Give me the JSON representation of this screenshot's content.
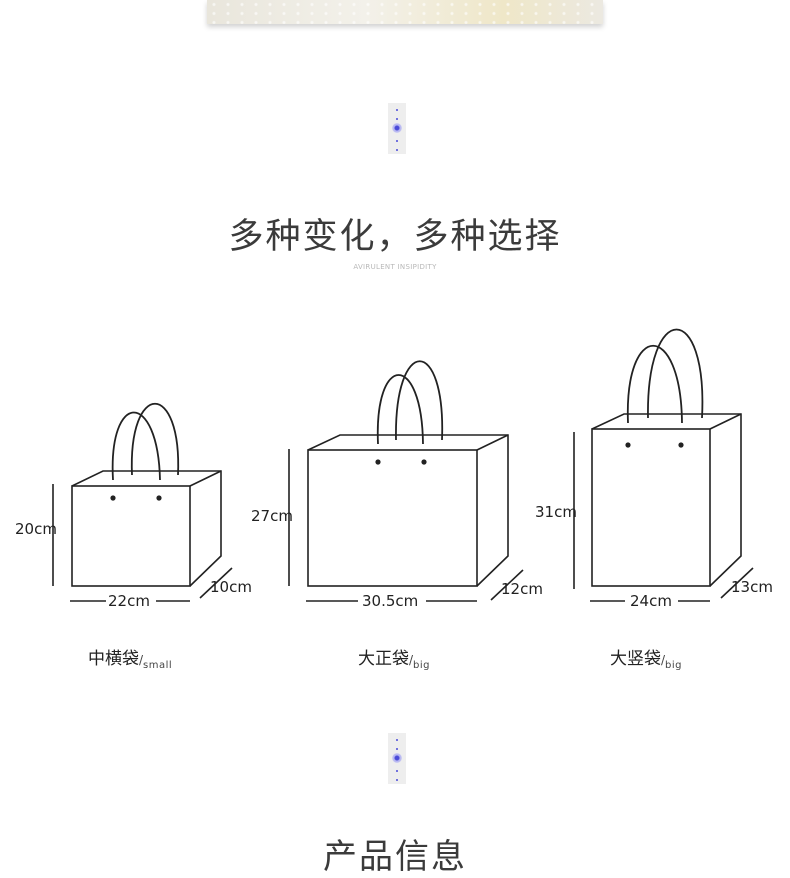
{
  "section1": {
    "title": "多种变化，多种选择",
    "subtitle": "AVIRULENT INSIPIDITY"
  },
  "bags": [
    {
      "name": "中横袋",
      "size": "small",
      "height": "20cm",
      "width": "22cm",
      "depth": "10cm"
    },
    {
      "name": "大正袋",
      "size": "big",
      "height": "27cm",
      "width": "30.5cm",
      "depth": "12cm"
    },
    {
      "name": "大竖袋",
      "size": "big",
      "height": "31cm",
      "width": "24cm",
      "depth": "13cm"
    }
  ],
  "section2": {
    "title": "产品信息"
  },
  "colors": {
    "divider_accent": "#4a4ad8",
    "heading": "#3b3b3b",
    "line": "#222222"
  }
}
